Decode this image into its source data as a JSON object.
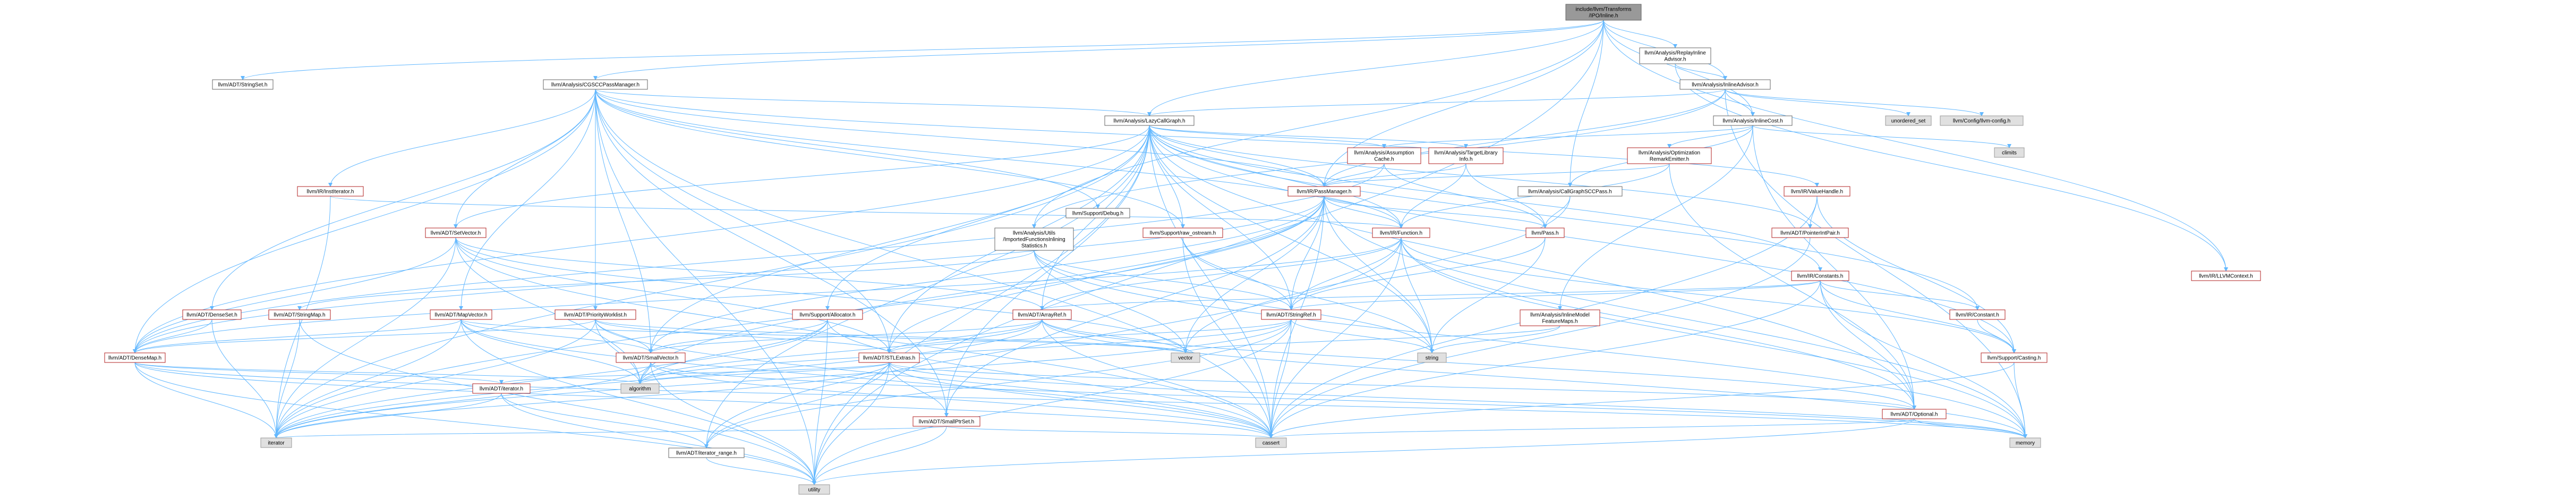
{
  "colors": {
    "root_fill": "#999999",
    "normal_fill": "#ffffff",
    "normal_stroke": "#666666",
    "red_stroke": "#b22222",
    "external_fill": "#e0e0e0",
    "external_stroke": "#999999",
    "edge": "#63b8ff",
    "text": "#000000"
  },
  "nodes": [
    {
      "id": "root",
      "lines": [
        "include/llvm/Transforms",
        "/IPO/Inline.h"
      ],
      "style": "root"
    },
    {
      "id": "replayadv",
      "lines": [
        "llvm/Analysis/ReplayInline",
        "Advisor.h"
      ],
      "style": "normal"
    },
    {
      "id": "inlineadvisor",
      "lines": [
        "llvm/Analysis/InlineAdvisor.h"
      ],
      "style": "normal"
    },
    {
      "id": "stringset",
      "lines": [
        "llvm/ADT/StringSet.h"
      ],
      "style": "normal"
    },
    {
      "id": "cgscc",
      "lines": [
        "llvm/Analysis/CGSCCPassManager.h"
      ],
      "style": "normal"
    },
    {
      "id": "lazycg",
      "lines": [
        "llvm/Analysis/LazyCallGraph.h"
      ],
      "style": "normal"
    },
    {
      "id": "inlinecost",
      "lines": [
        "llvm/Analysis/InlineCost.h"
      ],
      "style": "normal"
    },
    {
      "id": "unordered_set",
      "lines": [
        "unordered_set"
      ],
      "style": "external"
    },
    {
      "id": "llvmconfig",
      "lines": [
        "llvm/Config/llvm-config.h"
      ],
      "style": "external"
    },
    {
      "id": "climits",
      "lines": [
        "climits"
      ],
      "style": "external"
    },
    {
      "id": "assumption",
      "lines": [
        "llvm/Analysis/Assumption",
        "Cache.h"
      ],
      "style": "red"
    },
    {
      "id": "tli",
      "lines": [
        "llvm/Analysis/TargetLibrary",
        "Info.h"
      ],
      "style": "red"
    },
    {
      "id": "optremark",
      "lines": [
        "llvm/Analysis/Optimization",
        "RemarkEmitter.h"
      ],
      "style": "red"
    },
    {
      "id": "valuehandle",
      "lines": [
        "llvm/IR/ValueHandle.h"
      ],
      "style": "red"
    },
    {
      "id": "institerator",
      "lines": [
        "llvm/IR/InstIterator.h"
      ],
      "style": "red"
    },
    {
      "id": "passmanager",
      "lines": [
        "llvm/IR/PassManager.h"
      ],
      "style": "red"
    },
    {
      "id": "cgsccpass",
      "lines": [
        "llvm/Analysis/CallGraphSCCPass.h"
      ],
      "style": "normal"
    },
    {
      "id": "llvmcontext",
      "lines": [
        "llvm/IR/LLVMContext.h"
      ],
      "style": "red"
    },
    {
      "id": "debug",
      "lines": [
        "llvm/Support/Debug.h"
      ],
      "style": "normal"
    },
    {
      "id": "importedfn",
      "lines": [
        "llvm/Analysis/Utils",
        "/ImportedFunctionsInlining",
        "Statistics.h"
      ],
      "style": "normal"
    },
    {
      "id": "rawostream",
      "lines": [
        "llvm/Support/raw_ostream.h"
      ],
      "style": "red"
    },
    {
      "id": "function",
      "lines": [
        "llvm/IR/Function.h"
      ],
      "style": "red"
    },
    {
      "id": "pass",
      "lines": [
        "llvm/Pass.h"
      ],
      "style": "red"
    },
    {
      "id": "ptrpair",
      "lines": [
        "llvm/ADT/PointerIntPair.h"
      ],
      "style": "red"
    },
    {
      "id": "constants",
      "lines": [
        "llvm/IR/Constants.h"
      ],
      "style": "red"
    },
    {
      "id": "setvector",
      "lines": [
        "llvm/ADT/SetVector.h"
      ],
      "style": "red"
    },
    {
      "id": "densemap",
      "lines": [
        "llvm/ADT/DenseMap.h"
      ],
      "style": "red"
    },
    {
      "id": "denseset",
      "lines": [
        "llvm/ADT/DenseSet.h"
      ],
      "style": "red"
    },
    {
      "id": "stringmap",
      "lines": [
        "llvm/ADT/StringMap.h"
      ],
      "style": "red"
    },
    {
      "id": "mapvector",
      "lines": [
        "llvm/ADT/MapVector.h"
      ],
      "style": "red"
    },
    {
      "id": "prioworklist",
      "lines": [
        "llvm/ADT/PriorityWorklist.h"
      ],
      "style": "red"
    },
    {
      "id": "allocator",
      "lines": [
        "llvm/Support/Allocator.h"
      ],
      "style": "red"
    },
    {
      "id": "arrayref",
      "lines": [
        "llvm/ADT/ArrayRef.h"
      ],
      "style": "red"
    },
    {
      "id": "stringref",
      "lines": [
        "llvm/ADT/StringRef.h"
      ],
      "style": "red"
    },
    {
      "id": "mlmodel",
      "lines": [
        "llvm/Analysis/InlineModel",
        "FeatureMaps.h"
      ],
      "style": "red"
    },
    {
      "id": "constant",
      "lines": [
        "llvm/IR/Constant.h"
      ],
      "style": "red"
    },
    {
      "id": "casting",
      "lines": [
        "llvm/Support/Casting.h"
      ],
      "style": "red"
    },
    {
      "id": "smallvector",
      "lines": [
        "llvm/ADT/SmallVector.h"
      ],
      "style": "red"
    },
    {
      "id": "stlextras",
      "lines": [
        "llvm/ADT/STLExtras.h"
      ],
      "style": "red"
    },
    {
      "id": "vector",
      "lines": [
        "vector"
      ],
      "style": "external"
    },
    {
      "id": "string",
      "lines": [
        "string"
      ],
      "style": "external"
    },
    {
      "id": "adtiterator",
      "lines": [
        "llvm/ADT/iterator.h"
      ],
      "style": "red"
    },
    {
      "id": "algorithm",
      "lines": [
        "algorithm"
      ],
      "style": "external"
    },
    {
      "id": "smallptrset",
      "lines": [
        "llvm/ADT/SmallPtrSet.h"
      ],
      "style": "red"
    },
    {
      "id": "optional",
      "lines": [
        "llvm/ADT/Optional.h"
      ],
      "style": "red"
    },
    {
      "id": "iterator",
      "lines": [
        "iterator"
      ],
      "style": "external"
    },
    {
      "id": "iterrange",
      "lines": [
        "llvm/ADT/iterator_range.h"
      ],
      "style": "normal"
    },
    {
      "id": "cassert",
      "lines": [
        "cassert"
      ],
      "style": "external"
    },
    {
      "id": "memory",
      "lines": [
        "memory"
      ],
      "style": "external"
    },
    {
      "id": "utility",
      "lines": [
        "utility"
      ],
      "style": "external"
    }
  ]
}
